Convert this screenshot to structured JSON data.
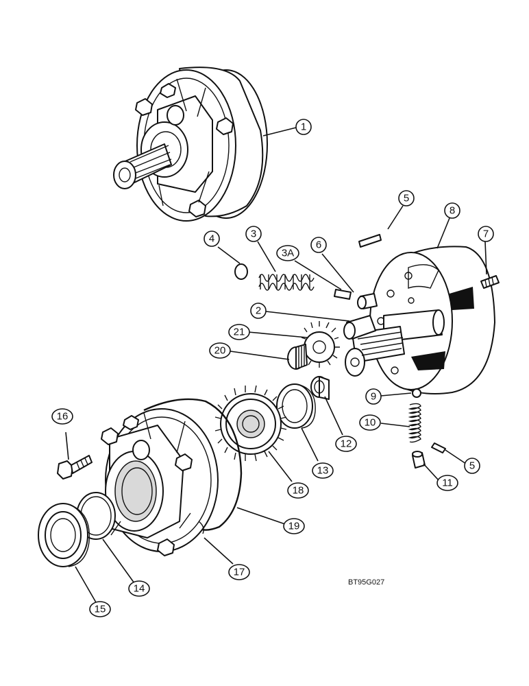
{
  "callouts": [
    {
      "id": "c1",
      "label": "1"
    },
    {
      "id": "c2",
      "label": "2"
    },
    {
      "id": "c3",
      "label": "3"
    },
    {
      "id": "c3a",
      "label": "3A"
    },
    {
      "id": "c4",
      "label": "4"
    },
    {
      "id": "c5a",
      "label": "5"
    },
    {
      "id": "c5b",
      "label": "5"
    },
    {
      "id": "c6",
      "label": "6"
    },
    {
      "id": "c7",
      "label": "7"
    },
    {
      "id": "c8",
      "label": "8"
    },
    {
      "id": "c9",
      "label": "9"
    },
    {
      "id": "c10",
      "label": "10"
    },
    {
      "id": "c11",
      "label": "11"
    },
    {
      "id": "c12",
      "label": "12"
    },
    {
      "id": "c13",
      "label": "13"
    },
    {
      "id": "c14",
      "label": "14"
    },
    {
      "id": "c15",
      "label": "15"
    },
    {
      "id": "c16",
      "label": "16"
    },
    {
      "id": "c17",
      "label": "17"
    },
    {
      "id": "c18",
      "label": "18"
    },
    {
      "id": "c19",
      "label": "19"
    },
    {
      "id": "c20",
      "label": "20"
    },
    {
      "id": "c21",
      "label": "21"
    }
  ],
  "reference_code": "BT95G027"
}
